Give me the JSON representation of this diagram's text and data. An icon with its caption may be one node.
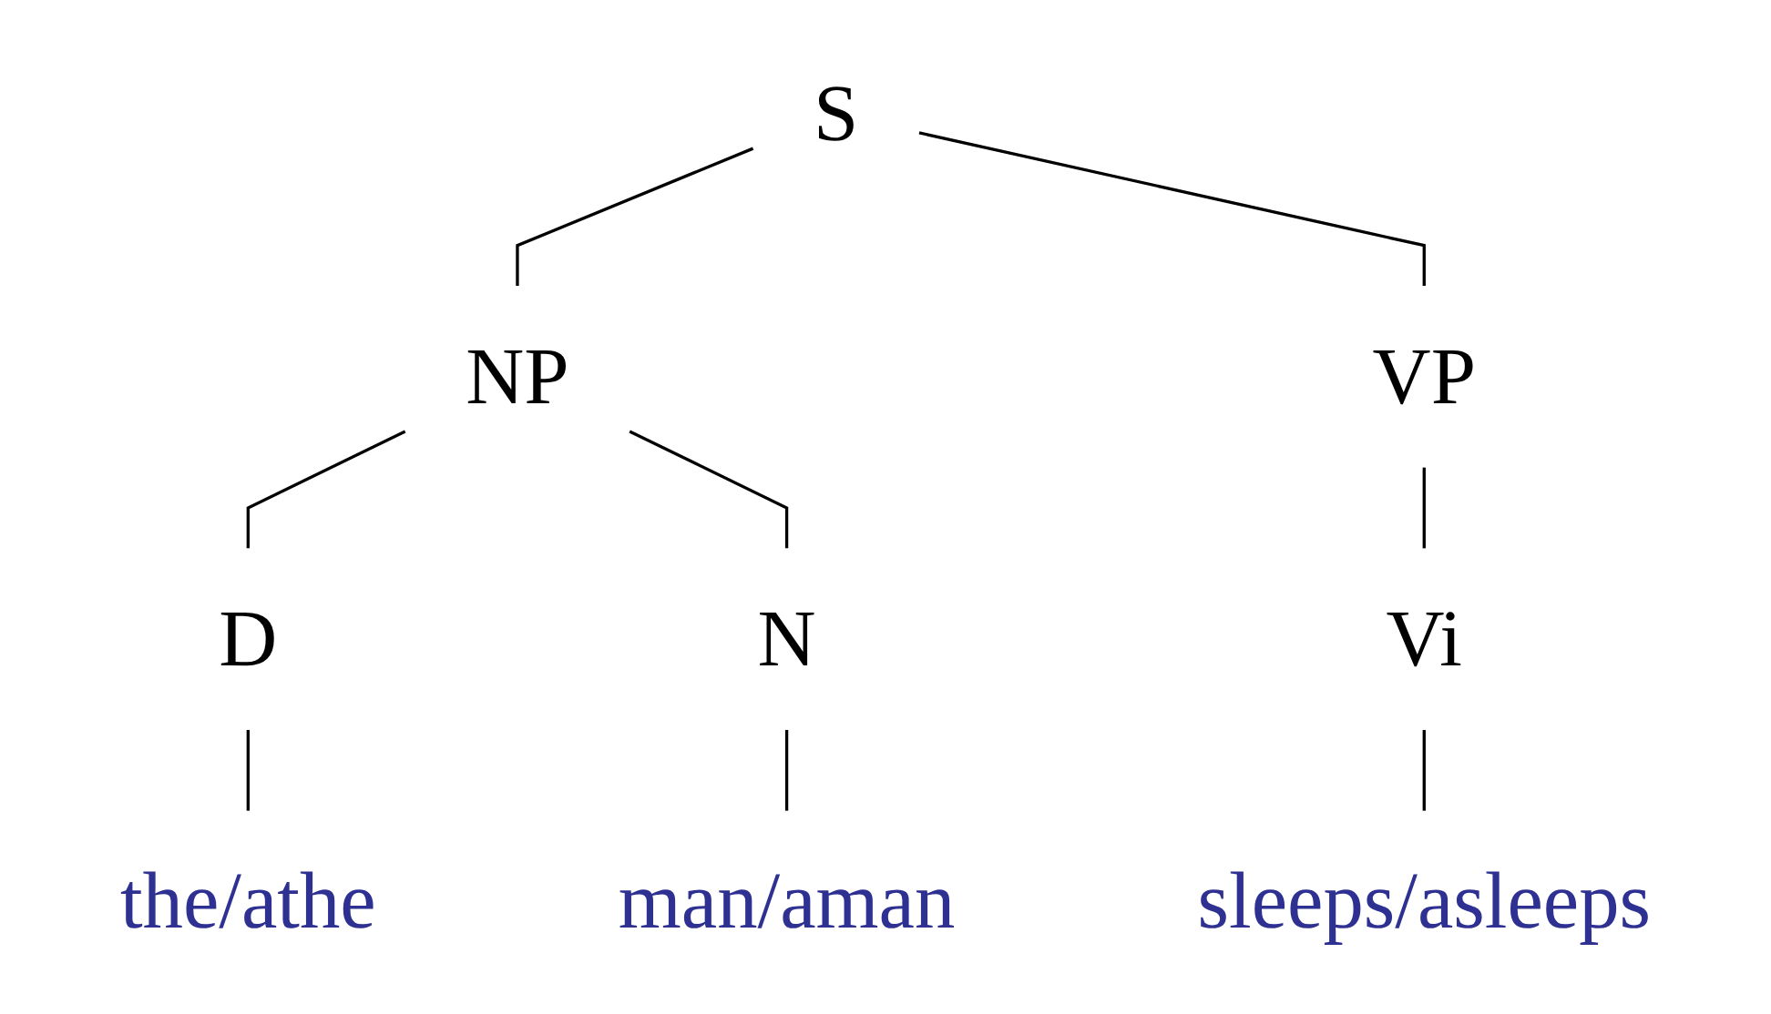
{
  "diagram": {
    "nodes": [
      {
        "text": [
          "S"
        ]
      },
      {
        "text": [
          "NP"
        ]
      },
      {
        "text": [
          "VP"
        ]
      },
      {
        "text": [
          "D"
        ]
      },
      {
        "text": [
          "N"
        ]
      },
      {
        "text": [
          "Vi"
        ]
      },
      {
        "text": [
          "the/athe"
        ]
      },
      {
        "text": [
          "man/aman"
        ]
      },
      {
        "text": [
          "sleeps/asleeps"
        ]
      }
    ],
    "edges": [
      {
        "from": 0,
        "to": 1,
        "arrow": "none"
      },
      {
        "from": 0,
        "to": 2,
        "arrow": "none"
      },
      {
        "from": 1,
        "to": 3,
        "arrow": "none"
      },
      {
        "from": 1,
        "to": 4,
        "arrow": "none"
      },
      {
        "from": 2,
        "to": 5,
        "arrow": "none"
      },
      {
        "from": 3,
        "to": 6,
        "arrow": "none"
      },
      {
        "from": 4,
        "to": 7,
        "arrow": "none"
      },
      {
        "from": 5,
        "to": 8,
        "arrow": "none"
      }
    ]
  }
}
